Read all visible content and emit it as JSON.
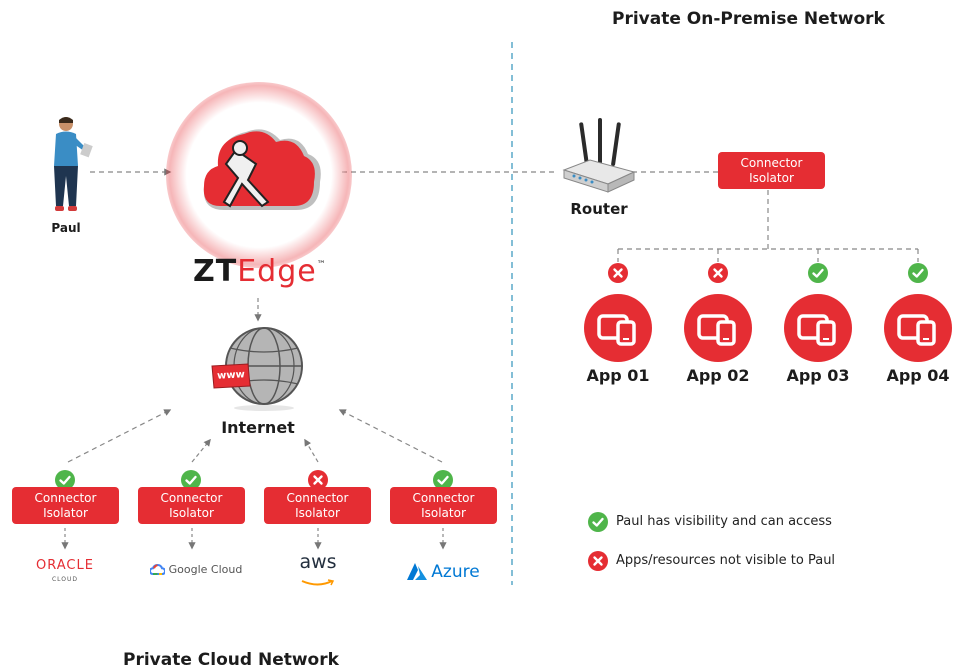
{
  "titles": {
    "on_premise": "Private On-Premise Network",
    "cloud": "Private Cloud Network"
  },
  "user": {
    "name": "Paul"
  },
  "brand": {
    "zt": "ZT",
    "edge": "Edge",
    "tm": "™"
  },
  "internet": {
    "label": "Internet",
    "badge": "www"
  },
  "router": {
    "label": "Router"
  },
  "connector": {
    "line1": "Connector",
    "line2": "Isolator"
  },
  "apps": [
    {
      "label": "App 01",
      "status": "denied"
    },
    {
      "label": "App 02",
      "status": "denied"
    },
    {
      "label": "App 03",
      "status": "allowed"
    },
    {
      "label": "App 04",
      "status": "allowed"
    }
  ],
  "cloud_connectors": [
    {
      "provider": "ORACLE",
      "provider_sub": "CLOUD",
      "status": "allowed"
    },
    {
      "provider": "Google Cloud",
      "status": "allowed"
    },
    {
      "provider": "aws",
      "status": "denied"
    },
    {
      "provider": "Azure",
      "status": "allowed"
    }
  ],
  "legend": {
    "allowed": "Paul has visibility and can access",
    "denied": "Apps/resources not visible to Paul"
  },
  "colors": {
    "accent": "#e52d33",
    "allowed": "#4fb54a",
    "denied": "#e52d33",
    "divider": "#5aa8c8"
  }
}
